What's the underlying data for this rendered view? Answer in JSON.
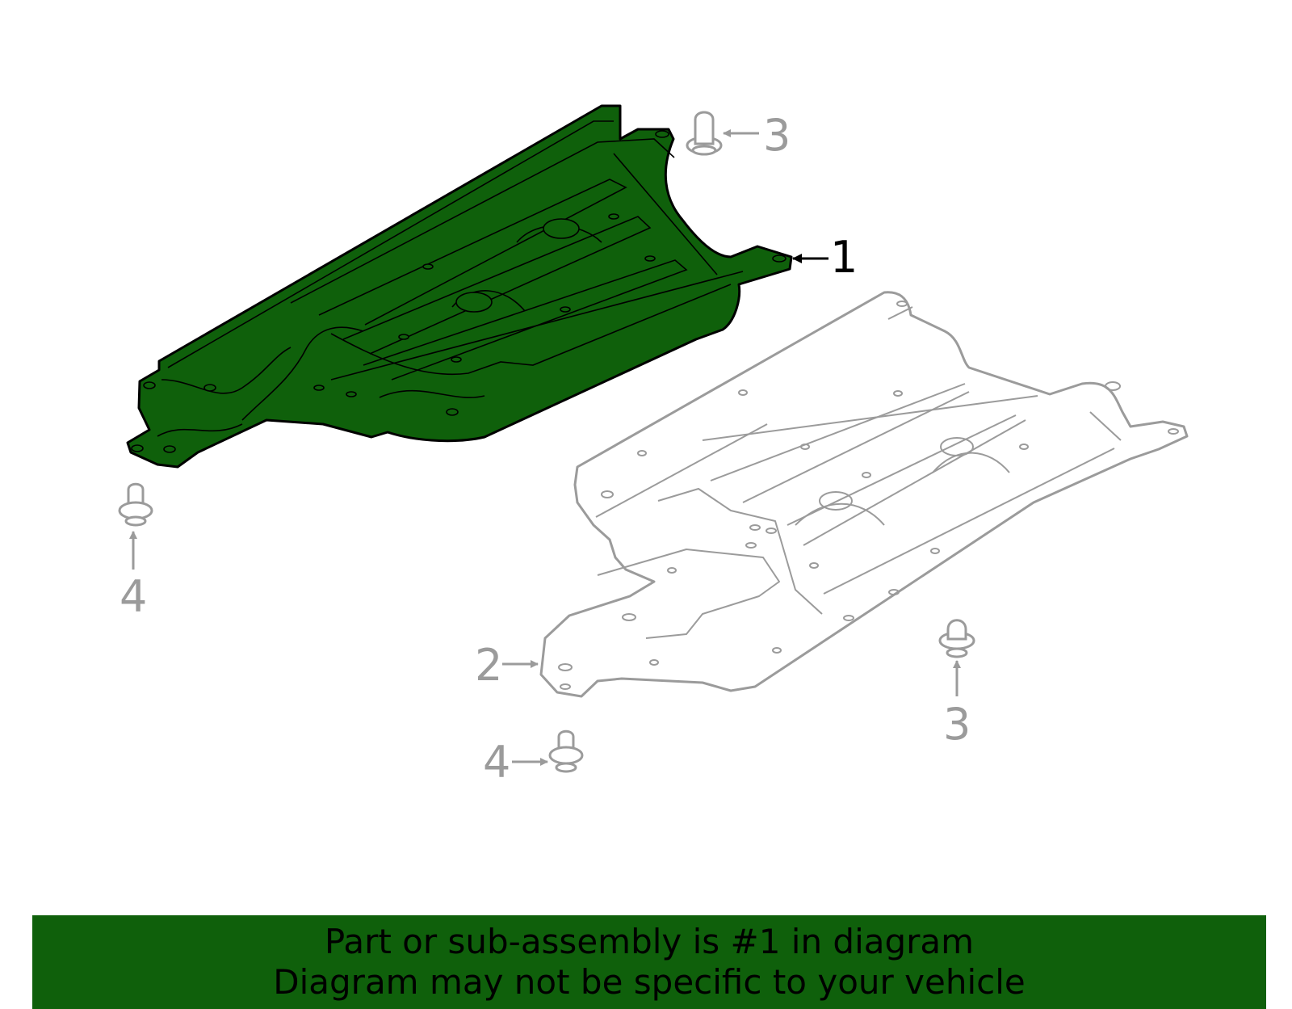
{
  "colors": {
    "highlight_fill": "#0f600b",
    "muted_stroke": "#9b9b9b",
    "active_stroke": "#000000",
    "banner_background": "#0f600b",
    "background": "#ffffff"
  },
  "callouts": {
    "part_1": "1",
    "part_2": "2",
    "part_3_top": "3",
    "part_3_bottom": "3",
    "part_4_left": "4",
    "part_4_bottom": "4"
  },
  "banner": {
    "line1": "Part or sub-assembly is #1 in diagram",
    "line2": "Diagram may not be specific to your vehicle"
  }
}
